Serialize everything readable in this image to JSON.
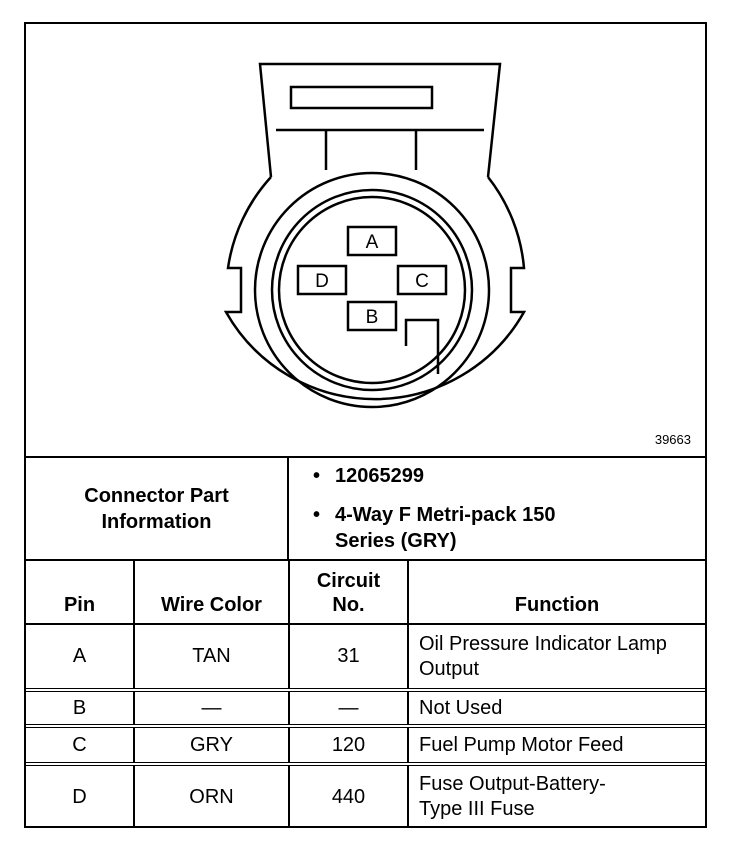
{
  "diagram": {
    "figure_number": "39663",
    "cavities": [
      "A",
      "B",
      "C",
      "D"
    ]
  },
  "connector_info": {
    "label": "Connector Part Information",
    "items": [
      "12065299",
      "4-Way F Metri-pack 150 Series (GRY)"
    ]
  },
  "table": {
    "headers": [
      "Pin",
      "Wire Color",
      "Circuit No.",
      "Function"
    ],
    "rows": [
      {
        "pin": "A",
        "wire_color": "TAN",
        "circuit": "31",
        "function": "Oil Pressure Indicator Lamp Output"
      },
      {
        "pin": "B",
        "wire_color": "—",
        "circuit": "—",
        "function": "Not Used"
      },
      {
        "pin": "C",
        "wire_color": "GRY",
        "circuit": "120",
        "function": "Fuel Pump Motor Feed"
      },
      {
        "pin": "D",
        "wire_color": "ORN",
        "circuit": "440",
        "function": "Fuse Output-Battery-Type III Fuse"
      }
    ]
  }
}
